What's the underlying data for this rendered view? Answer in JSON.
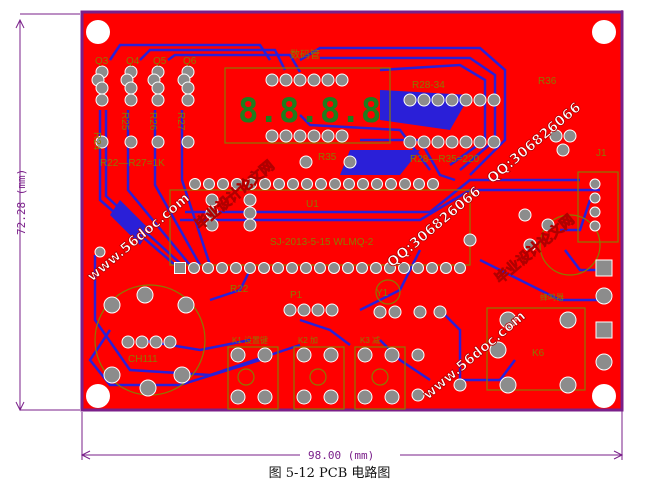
{
  "figure": {
    "caption": "图 5-12 PCB 电路图",
    "width_dimension": "98.00 (mm)",
    "height_dimension": "72.28 (mm)"
  },
  "colors": {
    "board": "#ff0000",
    "trace": "#2a1fd8",
    "outline": "#7a1f8a",
    "pad": "#8c8c8c",
    "silkscreen": "#8a7a00",
    "display": "#1e7d1e"
  },
  "labels": {
    "q3": "Q3",
    "q4": "Q4",
    "q5": "Q5",
    "q6": "Q6",
    "r24": "R24",
    "r25": "R25",
    "r26": "R26",
    "r27": "R27",
    "r22_r27": "R22—R27=1K",
    "r28_34": "R28-34",
    "r28_r35": "R28—R35=220",
    "r35": "R35",
    "display_label": "数码管",
    "display_digits": "8.8.8.8",
    "u1": "U1",
    "board_id": "SJ-2013-5-15  WLMQ-2",
    "ch111": "CH111",
    "k1": "K1 设置键",
    "k2": "K2 加",
    "k3": "K3 减",
    "k6": "K6",
    "y1": "Y1",
    "r36": "R36",
    "p1": "P1",
    "r22": "R22",
    "j1": "J1",
    "buzzer": "蜂鸣器"
  },
  "watermarks": {
    "site": "www.56doc.com",
    "name": "毕业设计论文网",
    "qq": "QQ:306826066"
  }
}
